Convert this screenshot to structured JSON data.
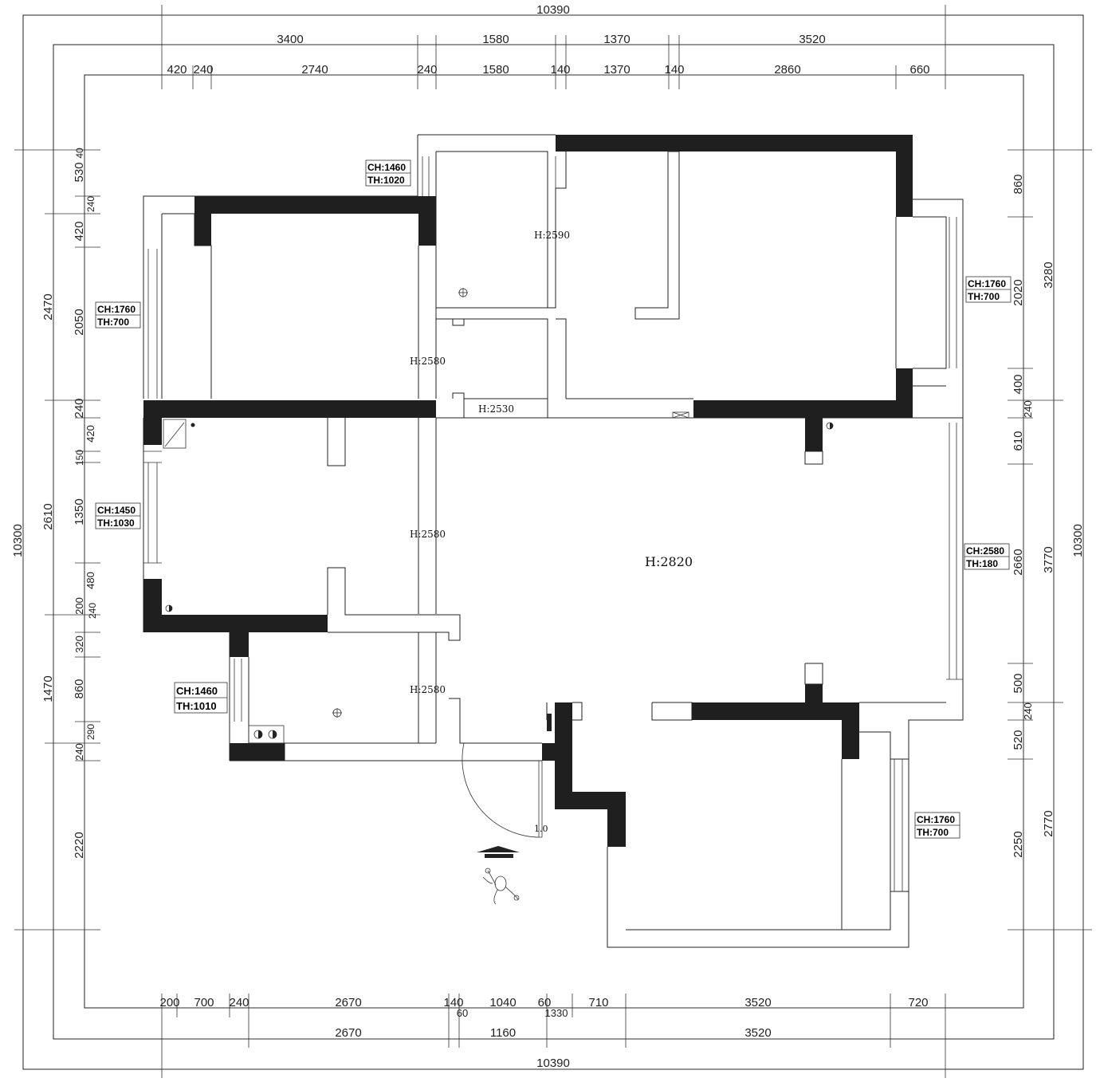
{
  "dimensions": {
    "top_total": "10390",
    "bottom_total": "10390",
    "left_total": "10300",
    "right_total": "10300",
    "top_row1": [
      "3400",
      "1580",
      "1370",
      "3520"
    ],
    "top_row2": [
      "420",
      "240",
      "2740",
      "240",
      "1580",
      "140",
      "1370",
      "140",
      "2860",
      "660"
    ],
    "bottom_row1": [
      "200",
      "700",
      "240",
      "2670",
      "140",
      "1040",
      "60",
      "710",
      "3520",
      "720"
    ],
    "bottom_row1_small": [
      "60",
      "1330"
    ],
    "bottom_row2": [
      "2670",
      "1160",
      "3520"
    ],
    "left_outer": [
      "2470",
      "2610",
      "1470",
      "2220"
    ],
    "left_inner": [
      "530",
      "40",
      "240",
      "420",
      "2050",
      "240",
      "420",
      "150",
      "1350",
      "480",
      "200",
      "240",
      "320",
      "860",
      "290",
      "240"
    ],
    "right_inner": [
      "860",
      "2020",
      "400",
      "240",
      "610",
      "2660",
      "500",
      "240",
      "520",
      "2250"
    ],
    "right_outer": [
      "3280",
      "3770",
      "2770"
    ]
  },
  "windows": [
    {
      "ch": "CH:1460",
      "th": "TH:1020"
    },
    {
      "ch": "CH:1760",
      "th": "TH:700"
    },
    {
      "ch": "CH:1760",
      "th": "TH:700"
    },
    {
      "ch": "CH:1450",
      "th": "TH:1030"
    },
    {
      "ch": "CH:2580",
      "th": "TH:180"
    },
    {
      "ch": "CH:1460",
      "th": "TH:1010"
    },
    {
      "ch": "CH:1760",
      "th": "TH:700"
    }
  ],
  "heights": {
    "bath_top": "H:2590",
    "corridor": "H:2580",
    "passage": "H:2530",
    "kitchen_area": "H:2580",
    "living": "H:2820",
    "balcony": "H:2580"
  },
  "icons": [
    "compass-arrow-icon",
    "person-figure-icon",
    "door-swing-icon",
    "stove-icon"
  ]
}
